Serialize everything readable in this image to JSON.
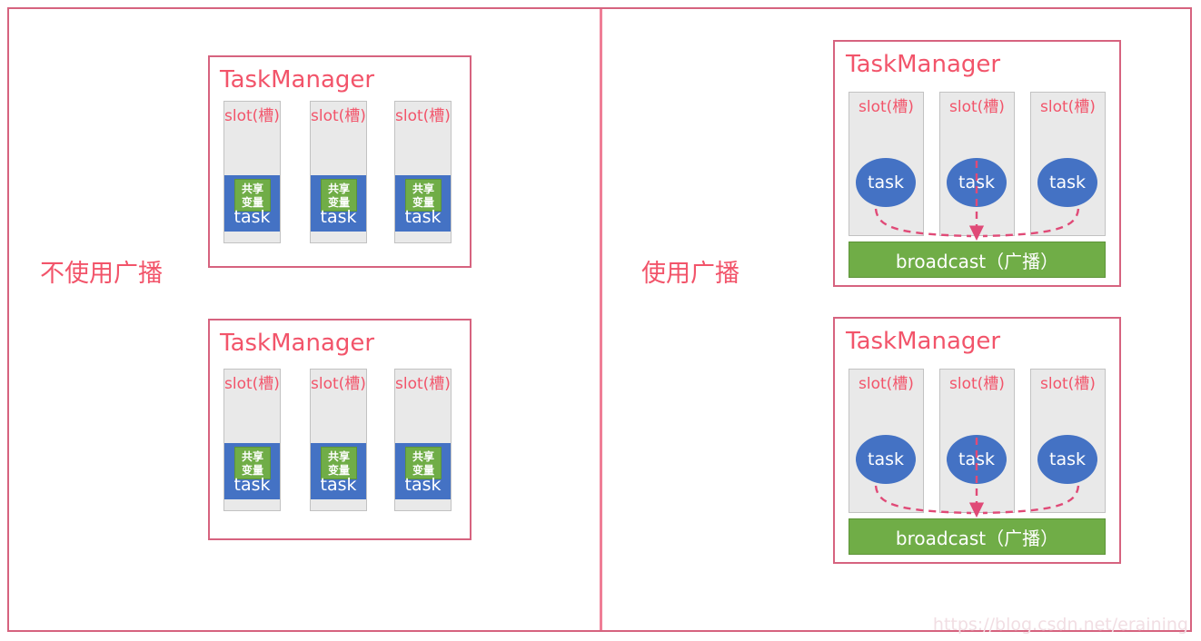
{
  "captions": {
    "left": "不使用广播",
    "right": "使用广播"
  },
  "labels": {
    "taskmanager": "TaskManager",
    "slot": "slot(槽)",
    "task": "task",
    "shared_variable_line1": "共享",
    "shared_variable_line2": "变量",
    "broadcast": "broadcast（广播）"
  },
  "colors": {
    "accent_pink": "#f2546a",
    "frame_pink": "#d6637f",
    "slot_gray": "#e9e9e9",
    "slot_border": "#c2c2c2",
    "task_blue": "#4472c4",
    "shared_green": "#70ad47",
    "broadcast_green": "#70ad47",
    "arrow_pink": "#e04a77",
    "watermark": "#f1dee3"
  },
  "panels": [
    {
      "id": "left-top",
      "side": "left",
      "variant": "shared-variable",
      "title": "TaskManager",
      "slots": [
        {
          "label": "slot(槽)",
          "task": "task",
          "shared": [
            "共享",
            "变量"
          ]
        },
        {
          "label": "slot(槽)",
          "task": "task",
          "shared": [
            "共享",
            "变量"
          ]
        },
        {
          "label": "slot(槽)",
          "task": "task",
          "shared": [
            "共享",
            "变量"
          ]
        }
      ]
    },
    {
      "id": "left-bottom",
      "side": "left",
      "variant": "shared-variable",
      "title": "TaskManager",
      "slots": [
        {
          "label": "slot(槽)",
          "task": "task",
          "shared": [
            "共享",
            "变量"
          ]
        },
        {
          "label": "slot(槽)",
          "task": "task",
          "shared": [
            "共享",
            "变量"
          ]
        },
        {
          "label": "slot(槽)",
          "task": "task",
          "shared": [
            "共享",
            "变量"
          ]
        }
      ]
    },
    {
      "id": "right-top",
      "side": "right",
      "variant": "broadcast",
      "title": "TaskManager",
      "broadcast": "broadcast（广播）",
      "slots": [
        {
          "label": "slot(槽)",
          "task": "task"
        },
        {
          "label": "slot(槽)",
          "task": "task"
        },
        {
          "label": "slot(槽)",
          "task": "task"
        }
      ]
    },
    {
      "id": "right-bottom",
      "side": "right",
      "variant": "broadcast",
      "title": "TaskManager",
      "broadcast": "broadcast（广播）",
      "slots": [
        {
          "label": "slot(槽)",
          "task": "task"
        },
        {
          "label": "slot(槽)",
          "task": "task"
        },
        {
          "label": "slot(槽)",
          "task": "task"
        }
      ]
    }
  ],
  "watermark": "https://blog.csdn.net/eraining"
}
